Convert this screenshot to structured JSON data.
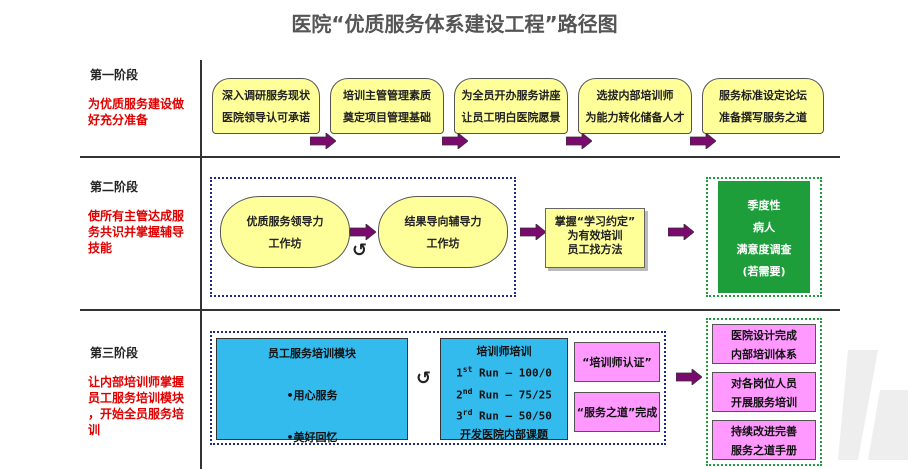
{
  "title": "医院“优质服务体系建设工程”路径图",
  "phase1": {
    "label": "第一阶段",
    "desc_lines": [
      "为优质服务建设做",
      "好充分准备"
    ],
    "steps": [
      {
        "line1": "深入调研服务现状",
        "line2": "医院领导认可承诺"
      },
      {
        "line1": "培训主管管理素质",
        "line2": "奠定项目管理基础"
      },
      {
        "line1": "为全员开办服务讲座",
        "line2": "让员工明白医院愿景"
      },
      {
        "line1": "选拔内部培训师",
        "line2": "为能力转化储备人才"
      },
      {
        "line1": "服务标准设定论坛",
        "line2": "准备撰写服务之道"
      }
    ]
  },
  "phase2": {
    "label": "第二阶段",
    "desc_lines": [
      "使所有主管达成服",
      "务共识并掌握辅导",
      "技能"
    ],
    "workshop1": {
      "line1": "优质服务领导力",
      "line2": "工作坊"
    },
    "workshop2": {
      "line1": "结果导向辅导力",
      "line2": "工作坊"
    },
    "note_lines": [
      "掌握“学习约定”",
      "为有效培训",
      "员工找方法"
    ],
    "green_lines": [
      "季度性",
      "病人",
      "满意度调查",
      "(若需要)"
    ],
    "cycle_symbol": "↺"
  },
  "phase3": {
    "label": "第三阶段",
    "desc_lines": [
      "让内部培训师掌握",
      "员工服务培训模块",
      "，开始全员服务培",
      "训"
    ],
    "module": {
      "title": "员工服务培训模块",
      "item1": "•用心服务",
      "item2": "•美好回忆"
    },
    "trainer": {
      "title": "培训师培训",
      "runs": [
        {
          "ord": "1",
          "sup": "st",
          "text": " Run – 100/0"
        },
        {
          "ord": "2",
          "sup": "nd",
          "text": " Run – 75/25"
        },
        {
          "ord": "3",
          "sup": "rd",
          "text": " Run – 50/50"
        }
      ],
      "footer": "开发医院内部课题"
    },
    "pink1": "“培训师认证”",
    "pink2": "“服务之道”完成",
    "cycle_symbol": "↺",
    "results": [
      {
        "line1": "医院设计完成",
        "line2": "内部培训体系"
      },
      {
        "line1": "对各岗位人员",
        "line2": "开展服务培训"
      },
      {
        "line1": "持续改进完善",
        "line2": "服务之道手册"
      }
    ]
  },
  "colors": {
    "arrow": "#7a0a6e",
    "green": "#1e9e3a",
    "cyan": "#33bbee",
    "pink": "#ff99ff",
    "yellow": "#ffff99",
    "red": "#e00000"
  }
}
